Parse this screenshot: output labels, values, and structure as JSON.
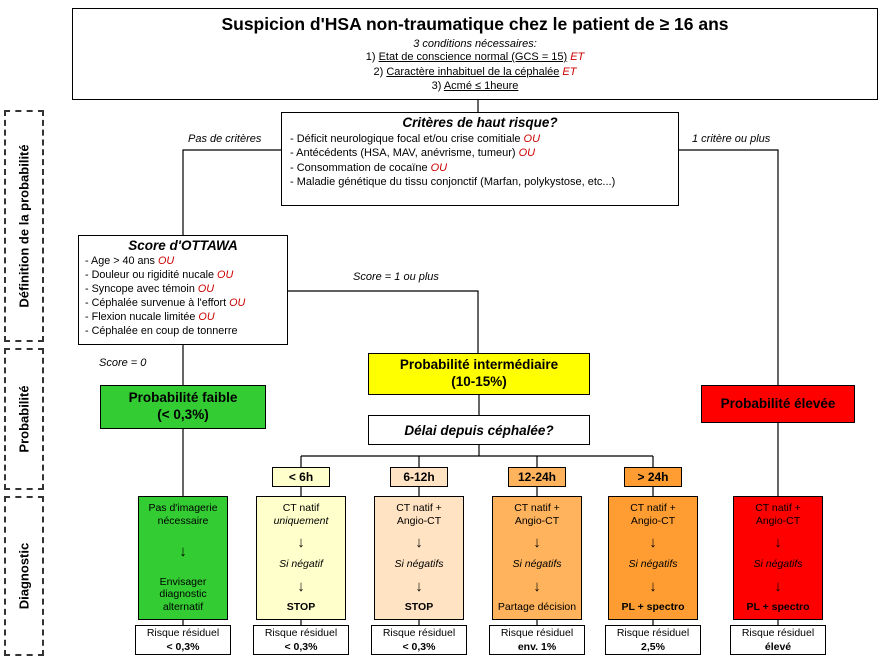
{
  "header": {
    "title": "Suspicion d'HSA non-traumatique chez le patient de ≥ 16 ans",
    "conditions_intro": "3 conditions nécessaires:",
    "conditions": [
      {
        "num": "1)",
        "text": "Etat de conscience normal (GCS = 15)",
        "op": "ET"
      },
      {
        "num": "2)",
        "text": "Caractère inhabituel de la céphalée",
        "op": "ET"
      },
      {
        "num": "3)",
        "text": "Acmé ≤ 1heure",
        "op": ""
      }
    ]
  },
  "sidebar": {
    "definition": "Définition de la probabilité",
    "probabilite": "Probabilité",
    "diagnostic": "Diagnostic"
  },
  "high_risk": {
    "title": "Critères de haut risque?",
    "items": [
      {
        "text": "- Déficit neurologique focal et/ou crise comitiale",
        "op": "OU"
      },
      {
        "text": "- Antécédents (HSA, MAV, anévrisme, tumeur)",
        "op": "OU"
      },
      {
        "text": "- Consommation de cocaïne",
        "op": "OU"
      },
      {
        "text": "- Maladie génétique du tissu conjonctif (Marfan, polykystose, etc...)",
        "op": ""
      }
    ]
  },
  "ottawa": {
    "title": "Score d'OTTAWA",
    "items": [
      {
        "text": "- Age > 40 ans",
        "op": "OU"
      },
      {
        "text": "- Douleur ou rigidité nucale",
        "op": "OU"
      },
      {
        "text": "- Syncope avec témoin",
        "op": "OU"
      },
      {
        "text": "- Céphalée survenue à l'effort",
        "op": "OU"
      },
      {
        "text": "- Flexion nucale limitée",
        "op": "OU"
      },
      {
        "text": "- Céphalée en coup de tonnerre",
        "op": ""
      }
    ]
  },
  "edges": {
    "no_criteria": "Pas de critères",
    "one_or_more": "1 critère ou plus",
    "score_zero": "Score = 0",
    "score_one_plus": "Score = 1 ou plus"
  },
  "probability": {
    "low": {
      "line1": "Probabilité faible",
      "line2": "(< 0,3%)"
    },
    "intermediate": {
      "line1": "Probabilité intermédiaire",
      "line2": "(10-15%)"
    },
    "high": {
      "line1": "Probabilité élevée"
    }
  },
  "delay_question": "Délai depuis céphalée?",
  "time_buckets": [
    "< 6h",
    "6-12h",
    "12-24h",
    "> 24h"
  ],
  "diagnostics": [
    {
      "head": "Pas d'imagerie\nnécessaire",
      "foot": "Envisager\ndiagnostic\nalternatif"
    },
    {
      "head": "CT natif",
      "head_italic": "uniquement",
      "mid": "Si négatif",
      "foot": "STOP"
    },
    {
      "head": "CT natif +\nAngio-CT",
      "mid": "Si négatifs",
      "foot": "STOP"
    },
    {
      "head": "CT natif +\nAngio-CT",
      "mid": "Si négatifs",
      "foot": "Partage décision"
    },
    {
      "head": "CT natif +\nAngio-CT",
      "mid": "Si négatifs",
      "foot": "PL + spectro"
    },
    {
      "head": "CT natif +\nAngio-CT",
      "mid": "Si négatifs",
      "foot": "PL + spectro"
    }
  ],
  "residual_risks": [
    {
      "label": "Risque résiduel",
      "value": "< 0,3%"
    },
    {
      "label": "Risque résiduel",
      "value": "< 0,3%"
    },
    {
      "label": "Risque résiduel",
      "value": "< 0,3%"
    },
    {
      "label": "Risque résiduel",
      "value": "env. 1%"
    },
    {
      "label": "Risque résiduel",
      "value": "2,5%"
    },
    {
      "label": "Risque résiduel",
      "value": "élevé"
    }
  ],
  "colors": {
    "green": "#33cc33",
    "yellow": "#ffff00",
    "red": "#ff0000",
    "bucket_lt6h": "#ffffcc",
    "bucket_6_12h": "#ffe3c2",
    "bucket_12_24h": "#ffb35c",
    "bucket_gt24h": "#ff9d33",
    "operator_red": "#cc0000"
  }
}
